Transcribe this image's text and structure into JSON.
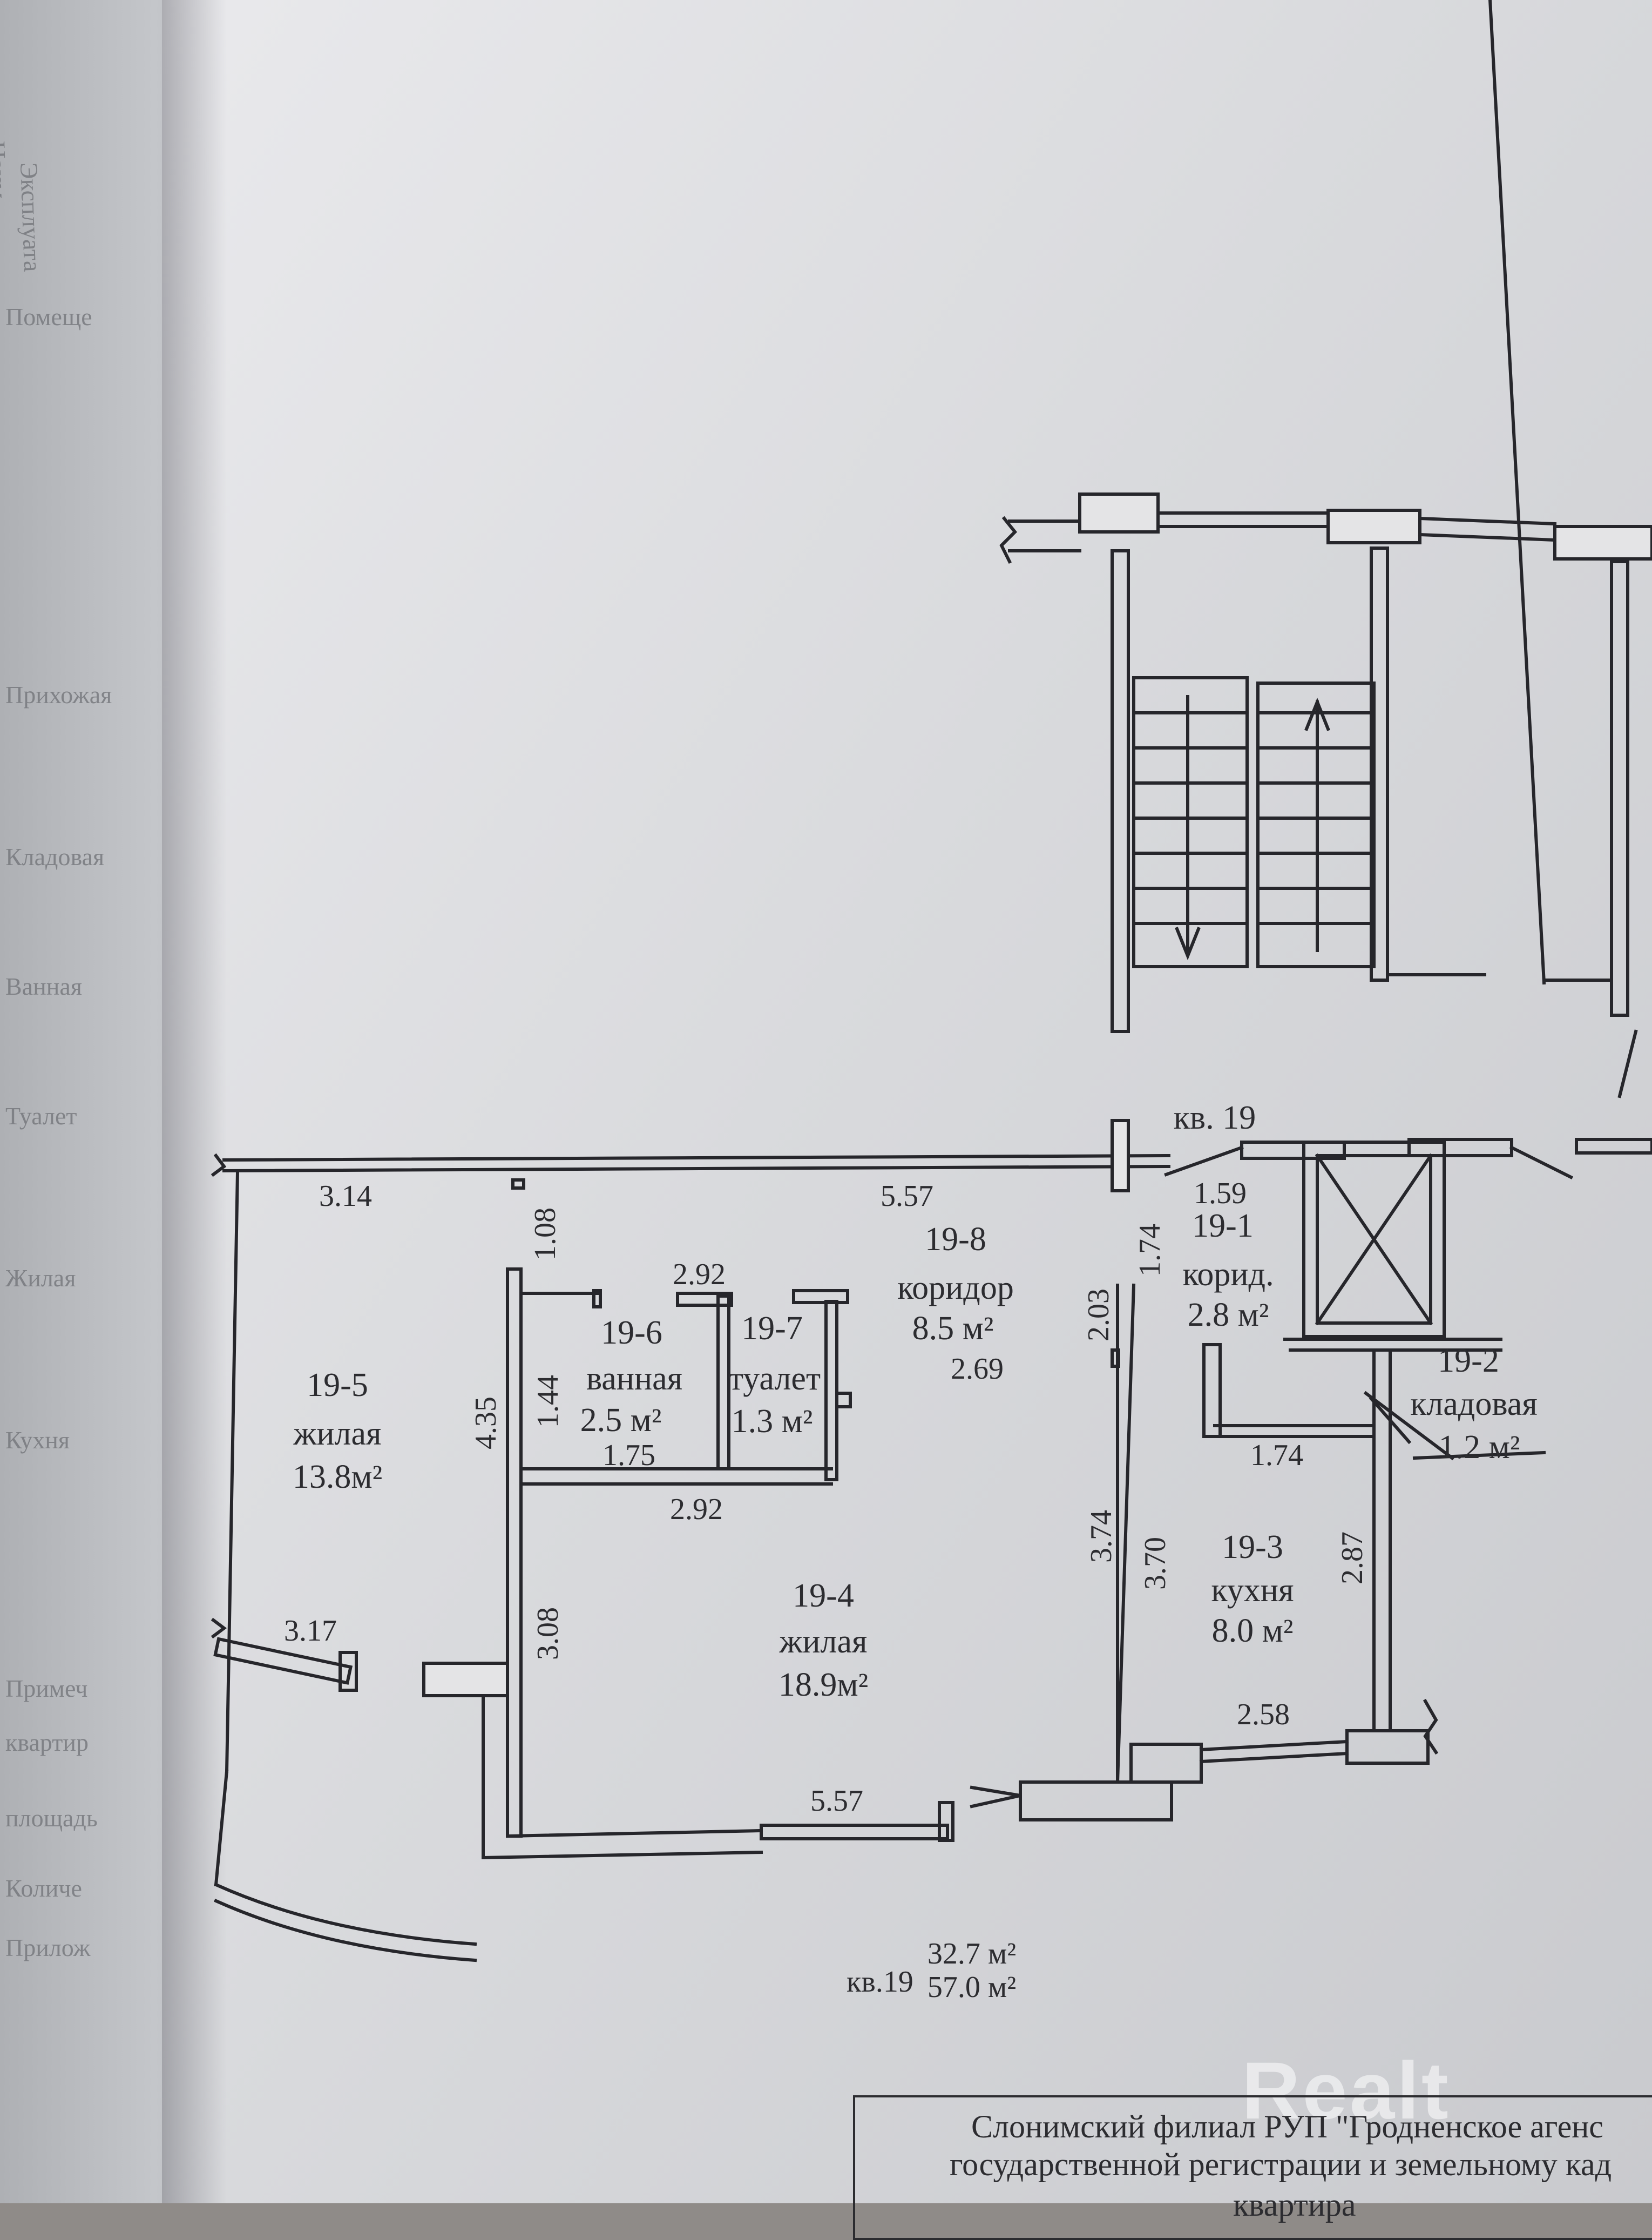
{
  "left_page": {
    "fragments": [
      "Наим",
      "Эксплуата",
      "Помеще",
      "Прихожая",
      "Кладовая",
      "Ванная",
      "Туалет",
      "Жилая",
      "Кухня",
      "Примеч",
      "квартир",
      "площадь",
      "Количе",
      "Прилож"
    ]
  },
  "plan": {
    "apartment_marker": "кв. 19",
    "rooms": [
      {
        "id": "19-5",
        "type": "жилая",
        "area": "13.8м²"
      },
      {
        "id": "19-6",
        "type": "ванная",
        "area": "2.5 м²"
      },
      {
        "id": "19-7",
        "type": "туалет",
        "area": "1.3 м²"
      },
      {
        "id": "19-8",
        "type": "коридор",
        "area": "8.5 м²"
      },
      {
        "id": "19-1",
        "type": "корид.",
        "area": "2.8 м²"
      },
      {
        "id": "19-2",
        "type": "кладовая",
        "area": "1.2 м²"
      },
      {
        "id": "19-4",
        "type": "жилая",
        "area": "18.9м²"
      },
      {
        "id": "19-3",
        "type": "кухня",
        "area": "8.0 м²"
      }
    ],
    "dimensions": {
      "d_3_14": "3.14",
      "d_5_57_top": "5.57",
      "d_1_08": "1.08",
      "d_2_92_top": "2.92",
      "d_1_44": "1.44",
      "d_4_35": "4.35",
      "d_1_75": "1.75",
      "d_2_92_bottom": "2.92",
      "d_2_69": "2.69",
      "d_2_03": "2.03",
      "d_1_74_vert": "1.74",
      "d_1_59": "1.59",
      "d_1_74_horiz": "1.74",
      "d_3_74": "3.74",
      "d_3_70": "3.70",
      "d_2_87": "2.87",
      "d_3_08": "3.08",
      "d_3_17": "3.17",
      "d_2_58": "2.58",
      "d_5_57_bottom": "5.57"
    },
    "summary": {
      "label": "кв.19",
      "living_area": "32.7 м²",
      "total_area": "57.0 м²"
    }
  },
  "footer": {
    "line1": "Слонимский филиал РУП \"Гродненское агенс",
    "line2": "государственной регистрации и земельному кад",
    "line3": "квартира"
  },
  "watermark": "Realt"
}
